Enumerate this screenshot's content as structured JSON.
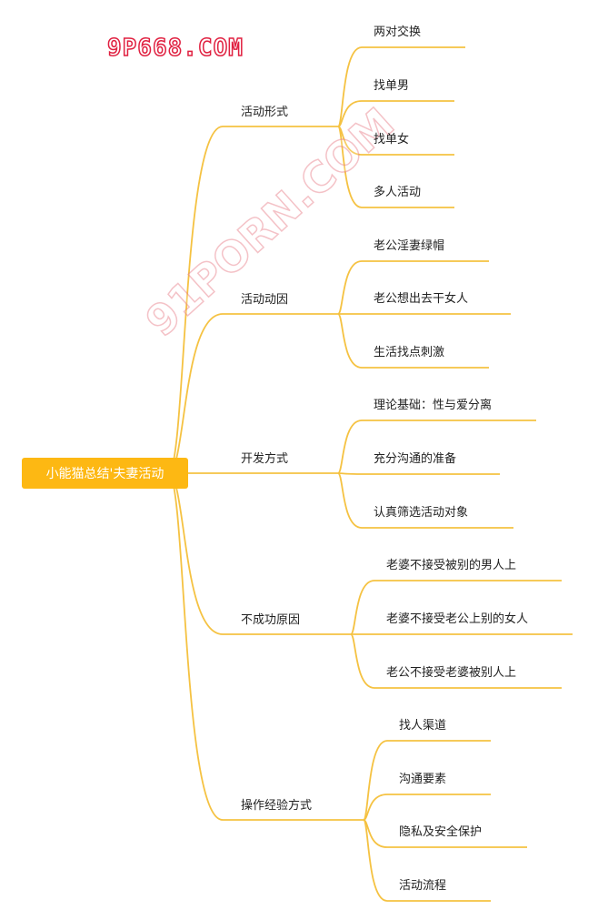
{
  "watermarks": [
    "9P668.COM",
    "91PORN.COM"
  ],
  "root": "小能猫总结'夫妻活动",
  "line_color": "#F5C242",
  "root_color": "#FDB813",
  "branches": [
    {
      "label": "活动形式",
      "children": [
        "两对交换",
        "找单男",
        "找单女",
        "多人活动"
      ]
    },
    {
      "label": "活动动因",
      "children": [
        "老公淫妻绿帽",
        "老公想出去干女人",
        "生活找点刺激"
      ]
    },
    {
      "label": "开发方式",
      "children": [
        "理论基础：性与爱分离",
        "充分沟通的准备",
        "认真筛选活动对象"
      ]
    },
    {
      "label": "不成功原因",
      "children": [
        "老婆不接受被别的男人上",
        "老婆不接受老公上别的女人",
        "老公不接受老婆被别人上"
      ]
    },
    {
      "label": "操作经验方式",
      "children": [
        "找人渠道",
        "沟通要素",
        "隐私及安全保护",
        "活动流程"
      ]
    }
  ]
}
